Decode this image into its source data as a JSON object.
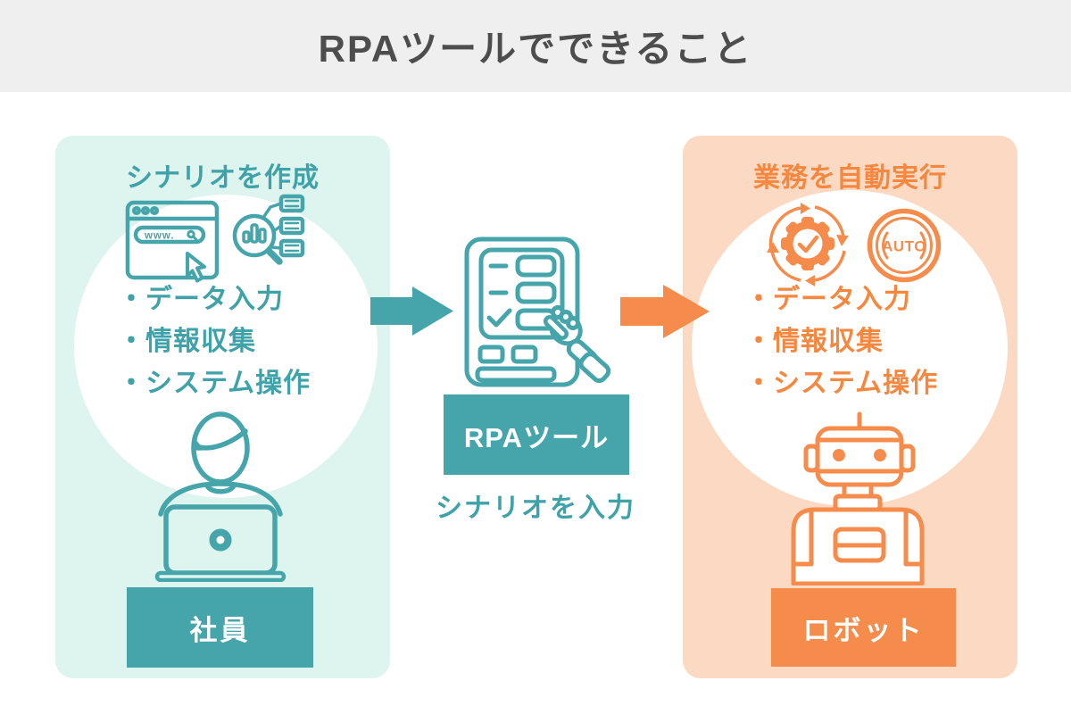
{
  "header": {
    "title": "RPAツールでできること"
  },
  "left_panel": {
    "title": "シナリオを作成",
    "bullet": "・",
    "items": [
      "データ入力",
      "情報収集",
      "システム操作"
    ],
    "label": "社員",
    "browser_text": "www."
  },
  "center": {
    "tool_label": "RPAツール",
    "caption": "シナリオを入力"
  },
  "right_panel": {
    "title": "業務を自動実行",
    "bullet": "・",
    "items": [
      "データ入力",
      "情報収集",
      "システム操作"
    ],
    "auto_text": "AUTO",
    "label": "ロボット"
  },
  "colors": {
    "teal_fill": "#46a5ab",
    "teal_text": "#3fa2a8",
    "orange_fill": "#f68c4b",
    "orange_text": "#f6873f",
    "panel_mint": "#def4ee",
    "panel_peach": "#fbd9c3",
    "header_gray": "#efefef",
    "title_gray": "#4d4d4d",
    "circle_white": "#ffffff"
  }
}
